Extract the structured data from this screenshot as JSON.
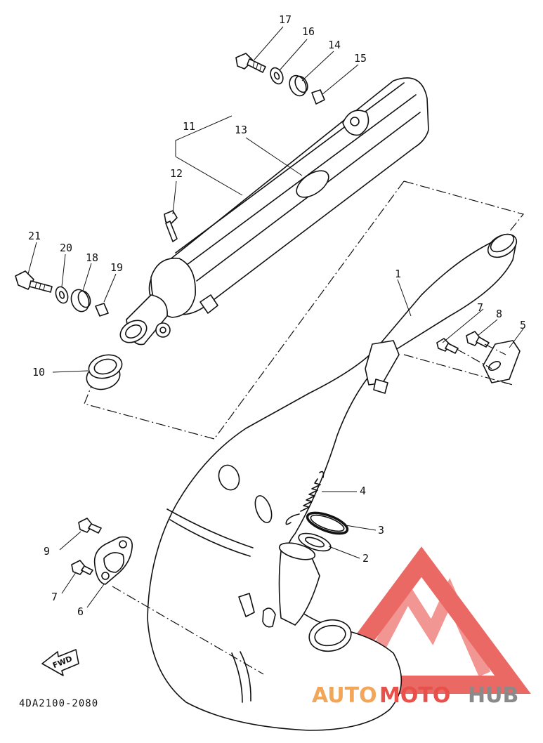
{
  "diagram": {
    "code": "4DA2100-2080",
    "fwd_label": "FWD",
    "callouts": [
      {
        "id": "c1",
        "label": "1"
      },
      {
        "id": "c2",
        "label": "2"
      },
      {
        "id": "c3",
        "label": "3"
      },
      {
        "id": "c4",
        "label": "4"
      },
      {
        "id": "c5",
        "label": "5"
      },
      {
        "id": "c6",
        "label": "6"
      },
      {
        "id": "c7a",
        "label": "7"
      },
      {
        "id": "c7b",
        "label": "7"
      },
      {
        "id": "c8",
        "label": "8"
      },
      {
        "id": "c9",
        "label": "9"
      },
      {
        "id": "c10",
        "label": "10"
      },
      {
        "id": "c11",
        "label": "11"
      },
      {
        "id": "c12",
        "label": "12"
      },
      {
        "id": "c13",
        "label": "13"
      },
      {
        "id": "c14",
        "label": "14"
      },
      {
        "id": "c15",
        "label": "15"
      },
      {
        "id": "c16",
        "label": "16"
      },
      {
        "id": "c17",
        "label": "17"
      },
      {
        "id": "c18",
        "label": "18"
      },
      {
        "id": "c19",
        "label": "19"
      },
      {
        "id": "c20",
        "label": "20"
      },
      {
        "id": "c21",
        "label": "21"
      }
    ]
  },
  "watermark": {
    "auto": "AUTO",
    "moto": "MOTO",
    "hub": "HUB",
    "colors": {
      "red": "#e8504a",
      "orange": "#f2a65a",
      "gray": "#8a8a8a"
    }
  }
}
